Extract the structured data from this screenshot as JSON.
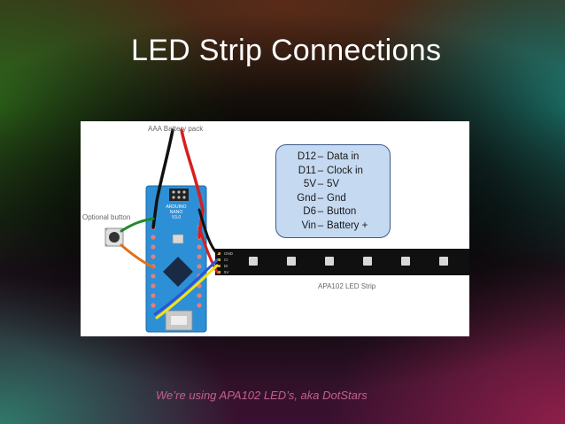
{
  "slide": {
    "title": "LED Strip Connections",
    "caption": "We’re using APA102 LED’s, aka DotStars"
  },
  "diagram": {
    "battery_label": "AAA Battery pack",
    "button_label": "Optional button",
    "strip_label": "APA102 LED Strip",
    "board_label_lines": [
      "ARDUINO",
      "NANO",
      "V3.0"
    ],
    "strip_pin_labels": [
      "GND",
      "CI",
      "DI",
      "5V"
    ],
    "pin_map": [
      {
        "pin": "D12",
        "sep": "–",
        "target": "Data in"
      },
      {
        "pin": "D11",
        "sep": "–",
        "target": "Clock in"
      },
      {
        "pin": "5V",
        "sep": "–",
        "target": "5V"
      },
      {
        "pin": "Gnd",
        "sep": "–",
        "target": "Gnd"
      },
      {
        "pin": "D6",
        "sep": "–",
        "target": "Button"
      },
      {
        "pin": "Vin",
        "sep": "–",
        "target": "Battery +"
      }
    ],
    "colors": {
      "board": "#2d8fd6",
      "strip": "#101010",
      "wire_red": "#d42020",
      "wire_black": "#111111",
      "wire_yellow": "#f2e21a",
      "wire_blue": "#2a55d8",
      "wire_green": "#1f8a2c",
      "wire_orange": "#e0701a",
      "box_fill": "#c5d9f1",
      "box_border": "#3c5a8c",
      "caption": "#c06090"
    }
  }
}
